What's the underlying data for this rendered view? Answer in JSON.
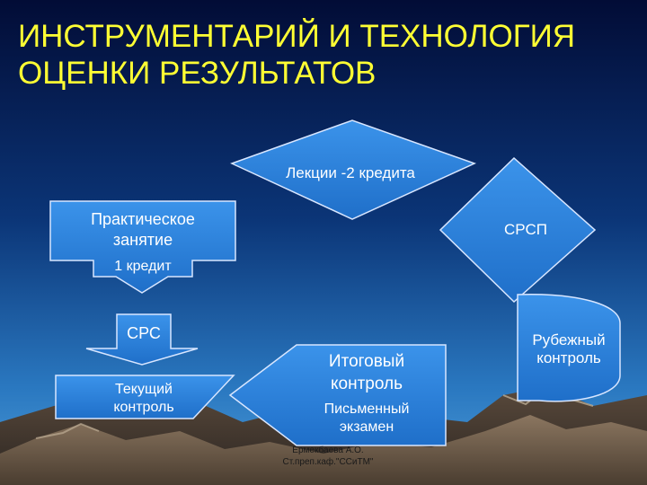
{
  "slide": {
    "title_line1": "ИНСТРУМЕНТАРИЙ И ТЕХНОЛОГИЯ",
    "title_line2": "ОЦЕНКИ РЕЗУЛЬТАТОВ",
    "lectures": "Лекции -2 кредита",
    "srsp": "СРСП",
    "practical_line1": "Практическое",
    "practical_line2": "занятие",
    "practical_credit": "1 кредит",
    "srs": "СРС",
    "current_line1": "Текущий",
    "current_line2": "контроль",
    "final_line1": "Итоговый",
    "final_line2": "контроль",
    "final_line3": "Письменный",
    "final_line4": "экзамен",
    "midterm_line1": "Рубежный",
    "midterm_line2": "контроль",
    "author_line1": "Ермекбаева А.О.",
    "author_line2": "Ст.преп.каф.\"ССиТМ\""
  },
  "colors": {
    "title": "#ffff33",
    "box_fill": "#2f86e0",
    "box_stroke": "#d8e6ff",
    "background_top": "#02123f",
    "background_mid": "#0e3f86",
    "background_bottom": "#3a8fd0"
  }
}
